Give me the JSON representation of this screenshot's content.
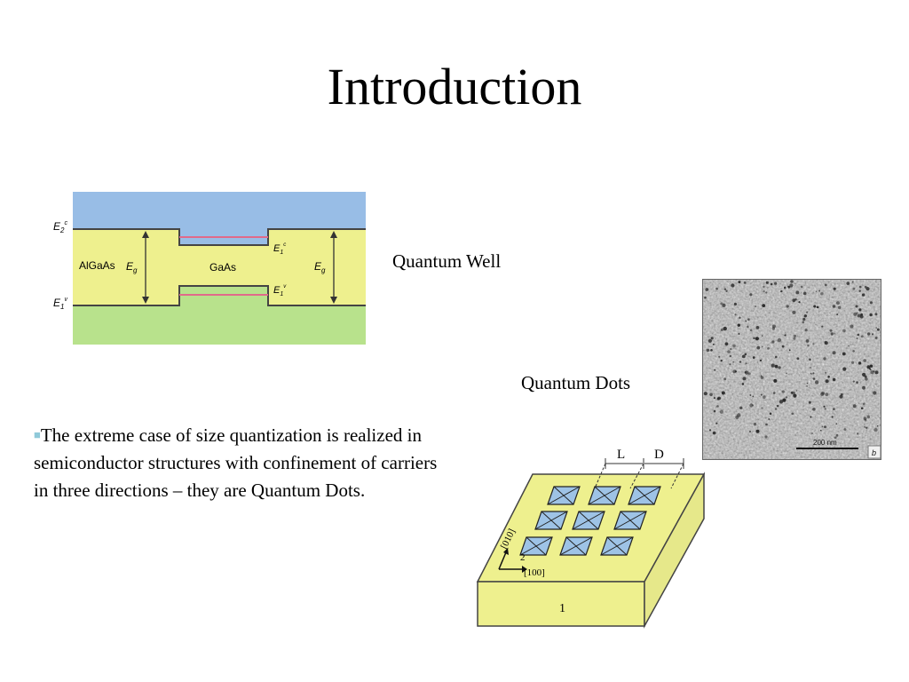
{
  "slide": {
    "title": "Introduction",
    "quantum_well_label": "Quantum Well",
    "quantum_dots_label": "Quantum Dots",
    "body_text": "The extreme case of size quantization is realized in semiconductor structures with confinement of carriers in three directions – they are Quantum Dots."
  },
  "well_diagram": {
    "material_left": "AlGaAs",
    "material_center": "GaAs",
    "energy_gap_label": "E",
    "energy_gap_sub": "g",
    "level_c2": "E",
    "level_c2_sub": "2",
    "level_c2_sup": "c",
    "level_v1": "E",
    "level_v1_sub": "1",
    "level_v1_sup": "v",
    "level_e1_top": "E",
    "level_e1_top_sub": "1",
    "level_e1_top_sup": "c",
    "level_e1_bot": "E",
    "level_e1_bot_sub": "1",
    "level_e1_bot_sup": "v",
    "colors": {
      "conduction": "#98bde6",
      "gap": "#eef08e",
      "valence": "#b8e28c",
      "level": "#e06a8a"
    }
  },
  "micrograph": {
    "scale_label": "200 nm",
    "panel_letter": "b"
  },
  "dots_diagram": {
    "dim_L": "L",
    "dim_D": "D",
    "axis_010": "[010]",
    "axis_100": "[100]",
    "marker_2": "2",
    "substrate_label": "1",
    "colors": {
      "slab": "#eef08e",
      "dot": "#9ec3e6"
    }
  }
}
